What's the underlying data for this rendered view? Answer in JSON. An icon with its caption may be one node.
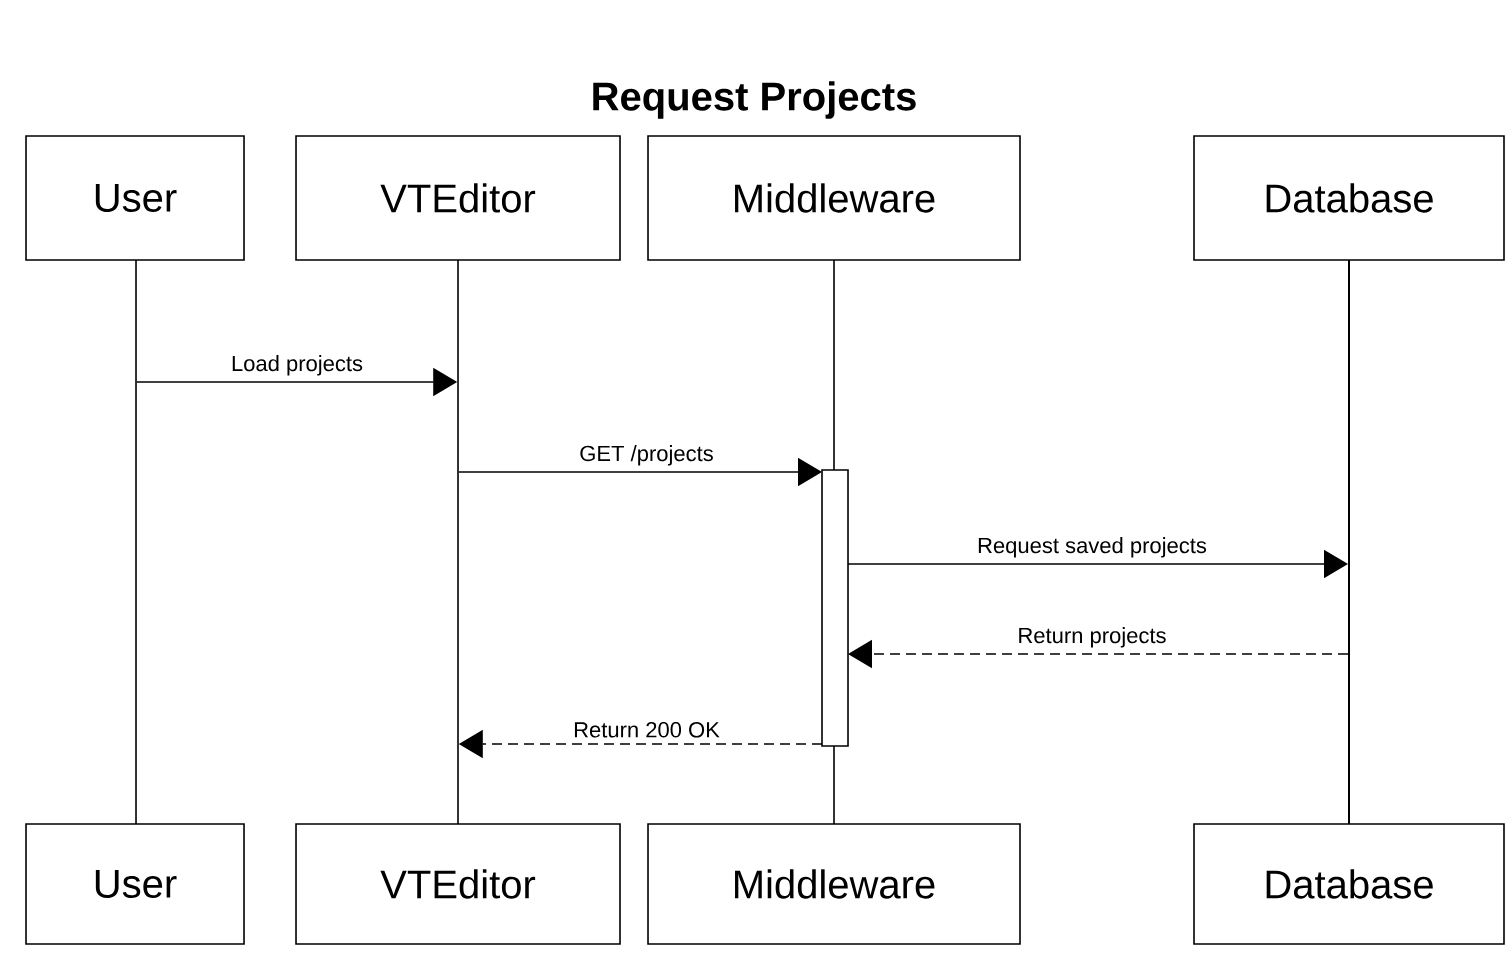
{
  "diagram": {
    "title": "Request Projects",
    "nodes": [
      {
        "text": [
          "User"
        ]
      },
      {
        "text": [
          "VTEditor"
        ]
      },
      {
        "text": [
          "Middleware"
        ]
      },
      {
        "text": [
          "Database"
        ]
      },
      {
        "text": [
          "User"
        ]
      },
      {
        "text": [
          "VTEditor"
        ]
      },
      {
        "text": [
          "Middleware"
        ]
      },
      {
        "text": [
          "Database"
        ]
      },
      {
        "text": [],
        "shape": "line"
      },
      {
        "text": [],
        "shape": "line"
      },
      {
        "text": [],
        "shape": "line"
      },
      {
        "text": [],
        "shape": "line"
      },
      {
        "text": [],
        "shape": "bar"
      }
    ],
    "edges": [
      {
        "from": 8,
        "to": 9,
        "arrow": "to",
        "label": "Load projects"
      },
      {
        "from": 9,
        "to": 12,
        "arrow": "to",
        "label": "GET /projects"
      },
      {
        "from": 12,
        "to": 11,
        "arrow": "to",
        "label": "Request saved projects"
      },
      {
        "from": 11,
        "to": 12,
        "arrow": "to",
        "label": "Return projects",
        "style": "dashed"
      },
      {
        "from": 12,
        "to": 9,
        "arrow": "to",
        "label": "Return 200 OK",
        "style": "dashed"
      }
    ]
  }
}
